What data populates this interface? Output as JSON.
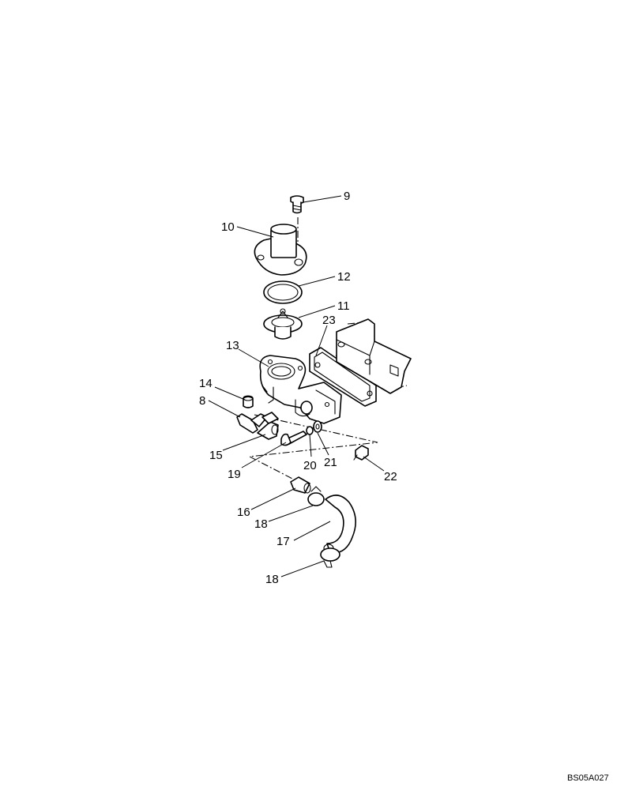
{
  "callouts": [
    {
      "id": "9",
      "text": "9"
    },
    {
      "id": "10",
      "text": "10"
    },
    {
      "id": "12",
      "text": "12"
    },
    {
      "id": "11",
      "text": "11"
    },
    {
      "id": "23",
      "text": "23"
    },
    {
      "id": "13",
      "text": "13"
    },
    {
      "id": "14",
      "text": "14"
    },
    {
      "id": "8",
      "text": "8"
    },
    {
      "id": "15",
      "text": "15"
    },
    {
      "id": "19",
      "text": "19"
    },
    {
      "id": "20",
      "text": "20"
    },
    {
      "id": "21",
      "text": "21"
    },
    {
      "id": "22",
      "text": "22"
    },
    {
      "id": "16",
      "text": "16"
    },
    {
      "id": "18a",
      "text": "18"
    },
    {
      "id": "17",
      "text": "17"
    },
    {
      "id": "18b",
      "text": "18"
    }
  ],
  "reference_code": "BS05A027"
}
